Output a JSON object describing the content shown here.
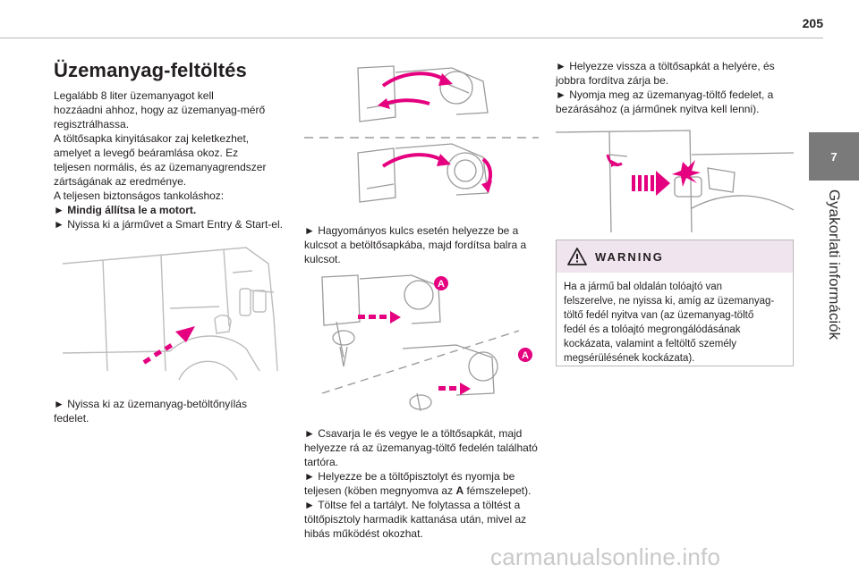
{
  "page": {
    "number": "205"
  },
  "side_tab": {
    "number": "7",
    "title": "Gyakorlati információk"
  },
  "col1": {
    "title": "Üzemanyag-feltöltés",
    "para1_l1": "Legalább 8 liter üzemanyagot kell",
    "para1_l2": "hozzáadni ahhoz, hogy az üzemanyag-mérő",
    "para1_l3": "regisztrálhassa.",
    "para2_l1": "A töltősapka kinyitásakor zaj keletkezhet,",
    "para2_l2": "amelyet a levegő beáramlása okoz. Ez",
    "para2_l3": "teljesen normális, és az üzemanyagrendszer",
    "para2_l4": "zártságának az eredménye.",
    "para3": "A teljesen biztonságos tankoláshoz:",
    "bullet1": "Mindig állítsa le a motort.",
    "bullet2": "Nyissa ki a járművet a Smart Entry & Start-el.",
    "bullet3_l1": "Nyissa ki az üzemanyag-betöltőnyílás",
    "bullet3_l2": "fedelet."
  },
  "col2": {
    "bullet1_l1": "Hagyományos kulcs esetén helyezze be a",
    "bullet1_l2": "kulcsot a betöltősapkába, majd fordítsa balra a",
    "bullet1_l3": "kulcsot.",
    "callout_a1": "A",
    "callout_a2": "A",
    "bullet2_l1": "Csavarja le és vegye le a töltősapkát, majd",
    "bullet2_l2": "helyezze rá az üzemanyag-töltő fedelén található",
    "bullet2_l3": "tartóra.",
    "bullet3_l1": "Helyezze be a töltőpisztolyt és nyomja be",
    "bullet3_l2a": "teljesen (köben megnyomva az ",
    "bullet3_bold": "A",
    "bullet3_l2b": " fémszelepet).",
    "bullet4_l1": "Töltse fel a tartályt. Ne folytassa a töltést a",
    "bullet4_l2": "töltőpisztoly harmadik kattanása után, mivel az",
    "bullet4_l3": "hibás működést okozhat."
  },
  "col3": {
    "bullet1_l1": "Helyezze vissza a töltősapkát a helyére, és",
    "bullet1_l2": "jobbra fordítva zárja be.",
    "bullet2_l1": "Nyomja meg az üzemanyag-töltő fedelet, a",
    "bullet2_l2": "bezárásához (a járműnek nyitva kell lenni)."
  },
  "warning": {
    "title": "WARNING",
    "l1": "Ha a jármű bal oldalán tolóajtó van",
    "l2": "felszerelve, ne nyissa ki, amíg az üzemanyag-",
    "l3": "töltő fedél nyitva van (az üzemanyag-töltő",
    "l4": "fedél és a tolóajtó megrongálódásának",
    "l5": "kockázata, valamint a feltöltő személy",
    "l6": "megsérülésének kockázata)."
  },
  "watermark": {
    "text": "carmanualsonline.info"
  },
  "colors": {
    "accent": "#e4007f",
    "tab_bg": "#7a7a7a",
    "warning_bg": "#f0e4ef",
    "line": "#231f20"
  }
}
